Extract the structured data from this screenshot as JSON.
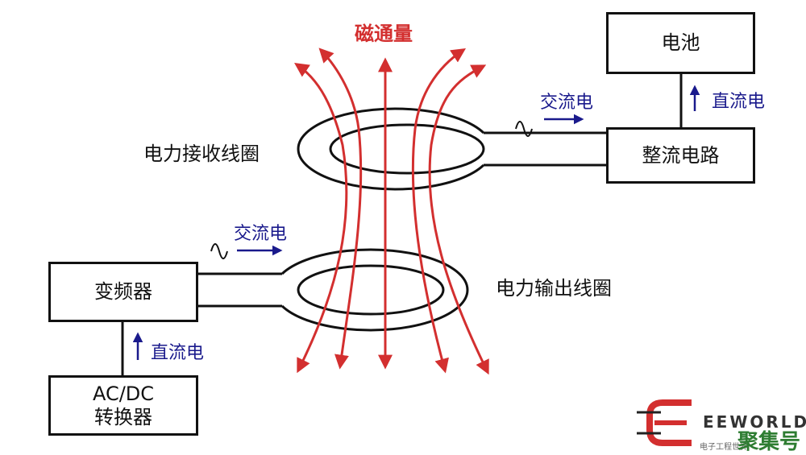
{
  "labels": {
    "flux": "磁通量",
    "battery": "电池",
    "rectifier": "整流电路",
    "receive_coil": "电力接收线圈",
    "output_coil": "电力输出线圈",
    "inverter": "变频器",
    "acdc_line1": "AC/DC",
    "acdc_line2": "转换器",
    "ac_top": "交流电",
    "dc_top": "直流电",
    "ac_bottom": "交流电",
    "dc_bottom": "直流电"
  },
  "watermark": {
    "logo": "EEWORLD",
    "logo_sub": "电子工程世界",
    "platform": "聚集号"
  },
  "colors": {
    "flux": "#d32f2f",
    "current_label": "#1a1a8c",
    "outline": "#111111",
    "watermark_green": "#2e7d32"
  },
  "icons": {
    "ac": "sine-wave-icon",
    "flow": "arrow-right-icon",
    "dc": "arrow-up-icon"
  }
}
